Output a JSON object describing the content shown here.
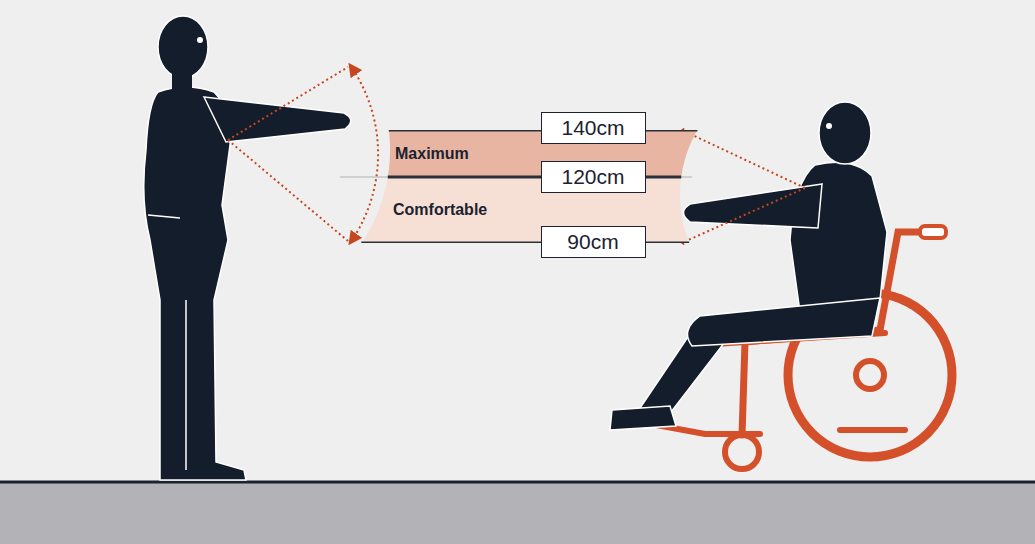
{
  "diagram": {
    "nodes": [
      {
        "text": [
          "140cm"
        ]
      },
      {
        "text": [
          "Maximum"
        ]
      },
      {
        "text": [
          "120cm"
        ]
      },
      {
        "text": [
          "Comfortable"
        ]
      },
      {
        "text": [
          "90cm"
        ]
      }
    ]
  }
}
